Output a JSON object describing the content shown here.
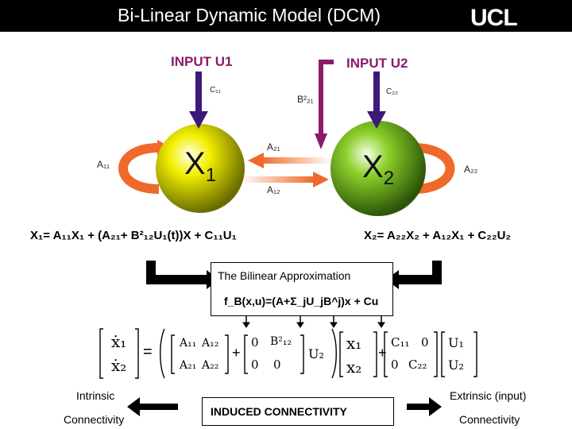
{
  "header": {
    "title": "Bi-Linear Dynamic Model (DCM)",
    "logo": "UCL"
  },
  "inputs": {
    "u1": "INPUT U1",
    "u2": "INPUT U2"
  },
  "labels": {
    "c11": "C₁₁",
    "c22": "C₂₂",
    "b": "B²₂₁",
    "a11": "A₁₁",
    "a22": "A₂₂",
    "a21": "A₂₁",
    "a12": "A₁₂"
  },
  "nodes": {
    "x1": {
      "main": "X",
      "sub": "1"
    },
    "x2": {
      "main": "X",
      "sub": "2"
    }
  },
  "equations": {
    "eq1": "X₁= A₁₁X₁ + (A₂₁+ B²₁₂U₁(t))X + C₁₁U₁",
    "eq2": "X₂= A₂₂X₂ + A₁₂X₁ + C₂₂U₂"
  },
  "approx": {
    "title": "The Bilinear Approximation",
    "formula": "f_B(x,u)=(A+Σ_jU_jB^j)x + Cu"
  },
  "matrix": {
    "lhs": [
      "ẋ₁",
      "ẋ₂"
    ],
    "a": [
      "A₁₁",
      "A₁₂",
      "A₂₁",
      "A₂₂"
    ],
    "b": [
      "0",
      "B²₁₂",
      "0",
      "0"
    ],
    "u2": "U₂",
    "x": [
      "x₁",
      "x₂"
    ],
    "c": [
      "C₁₁",
      "0",
      "0",
      "C₂₂"
    ],
    "u": [
      "U₁",
      "U₂"
    ]
  },
  "bottom": {
    "intrinsic": "Intrinsic",
    "intrinsic2": "Connectivity",
    "induced": "INDUCED CONNECTIVITY",
    "extrinsic": "Extrinsic (input)",
    "extrinsic2": "Connectivity"
  },
  "colors": {
    "header": "#000000",
    "input": "#8b1a6b",
    "arrow": "#3b1a7a",
    "loop": "#ef6a2a"
  }
}
